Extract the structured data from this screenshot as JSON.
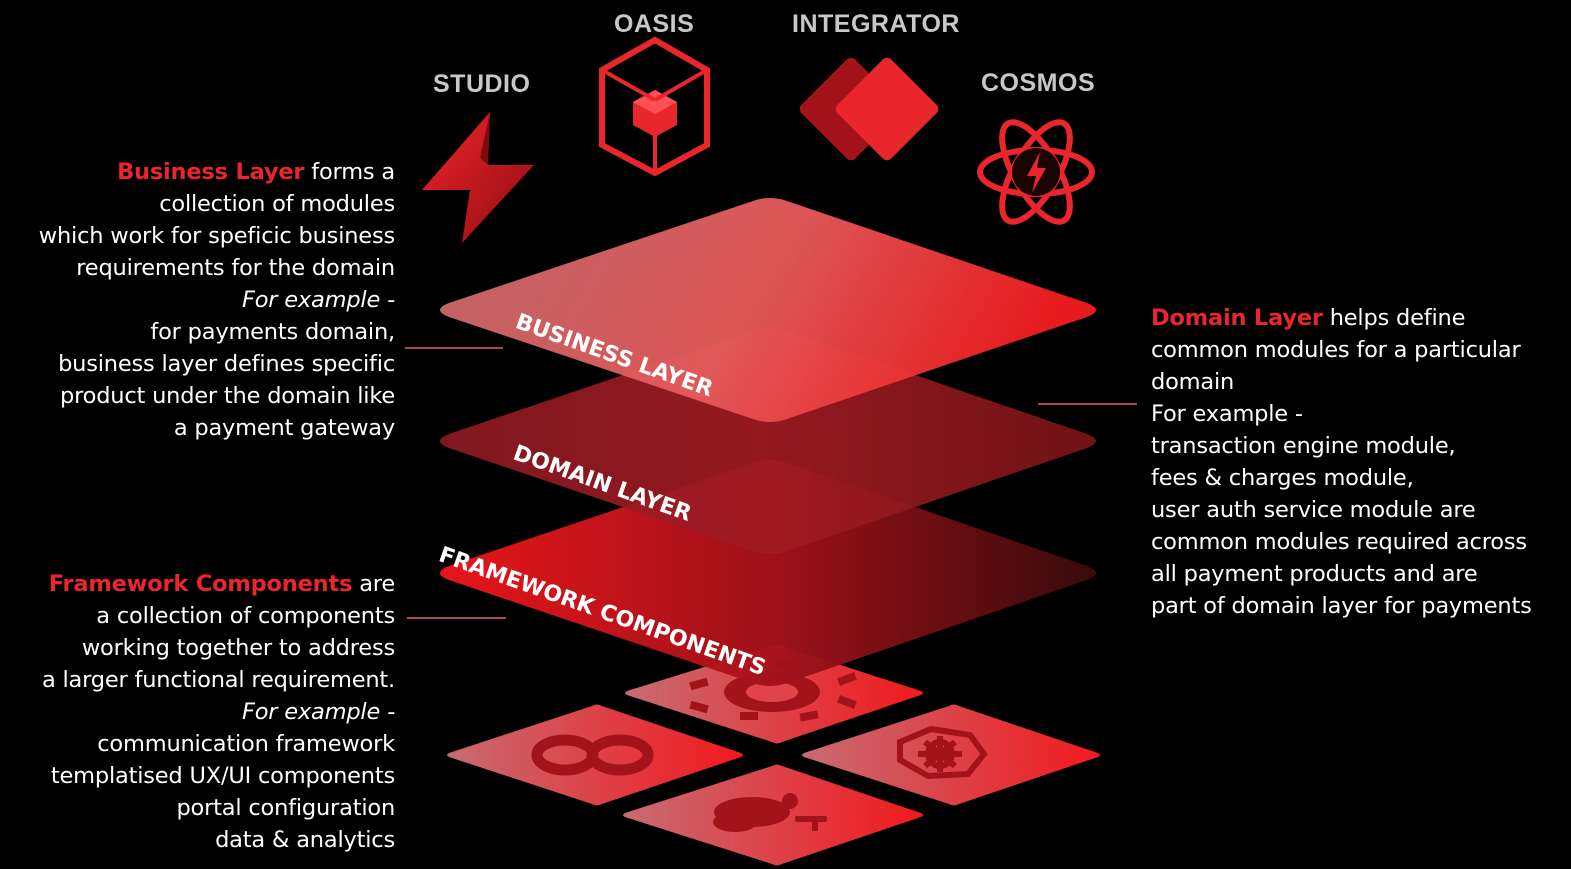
{
  "products": {
    "studio": "STUDIO",
    "oasis": "OASIS",
    "integrator": "INTEGRATOR",
    "cosmos": "COSMOS"
  },
  "layers": {
    "business": "BUSINESS LAYER",
    "domain": "DOMAIN LAYER",
    "framework": "FRAMEWORK COMPONENTS"
  },
  "business_text": {
    "highlight": "Business Layer",
    "line1_rest": " forms a",
    "line2": "collection of modules",
    "line3": "which work for speficic business",
    "line4": "requirements for the domain",
    "line5": "For example -",
    "line6": "for payments domain,",
    "line7": "business layer defines specific",
    "line8": "product under the domain like",
    "line9": "a payment gateway"
  },
  "framework_text": {
    "highlight": "Framework Components",
    "line1_rest": " are",
    "line2": "a collection of components",
    "line3": "working together to address",
    "line4": "a larger functional requirement.",
    "line5": "For example -",
    "line6": "communication framework",
    "line7": "templatised UX/UI components",
    "line8": "portal configuration",
    "line9": "data & analytics"
  },
  "domain_text": {
    "highlight": "Domain Layer",
    "line1_rest": " helps define",
    "line2": "common modules for a particular",
    "line3": "domain",
    "line4": "For example -",
    "line5": "transaction engine module,",
    "line6": "fees & charges module,",
    "line7": "user auth service module are",
    "line8": "common modules required across",
    "line9": "all payment products and are",
    "line10": "part of domain layer for payments"
  },
  "icons": {
    "studio": "lightning-bolt-icon",
    "oasis": "hexagon-cube-icon",
    "integrator": "overlapping-diamonds-icon",
    "cosmos": "atom-bolt-icon",
    "tile_top": "gears-icon",
    "tile_left": "infinity-loop-icon",
    "tile_right": "kubernetes-helm-icon",
    "tile_bottom": "cloud-key-icon"
  },
  "colors": {
    "accent": "#e8262b",
    "background": "#000000",
    "label_gray": "#c8c8c8"
  }
}
